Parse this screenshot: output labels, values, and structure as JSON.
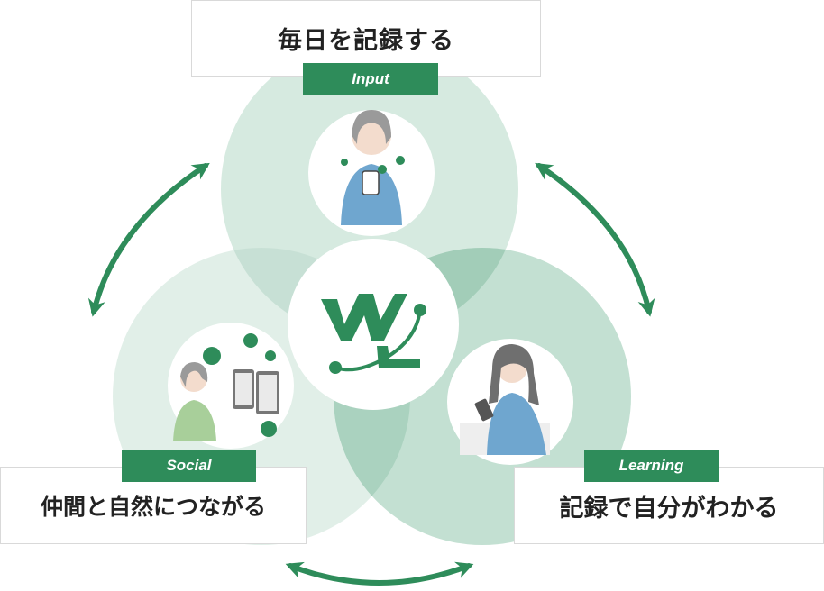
{
  "colors": {
    "accent": "#2e8c5a",
    "circle_fill": "#cfe6db",
    "overlap_fill": "#a9d3bf",
    "triple_overlap_fill": "#8cc3a9"
  },
  "sections": {
    "input": {
      "title": "毎日を記録する",
      "tag": "Input",
      "illustration": "woman-using-phone-icon"
    },
    "social": {
      "title": "仲間と自然につながる",
      "tag": "Social",
      "illustration": "people-connecting-icon"
    },
    "learning": {
      "title": "記録で自分がわかる",
      "tag": "Learning",
      "illustration": "woman-reviewing-phone-icon"
    }
  },
  "center_logo": "wl-logo-icon",
  "connectors": [
    "arrow-input-social",
    "arrow-input-learning",
    "arrow-social-learning"
  ]
}
